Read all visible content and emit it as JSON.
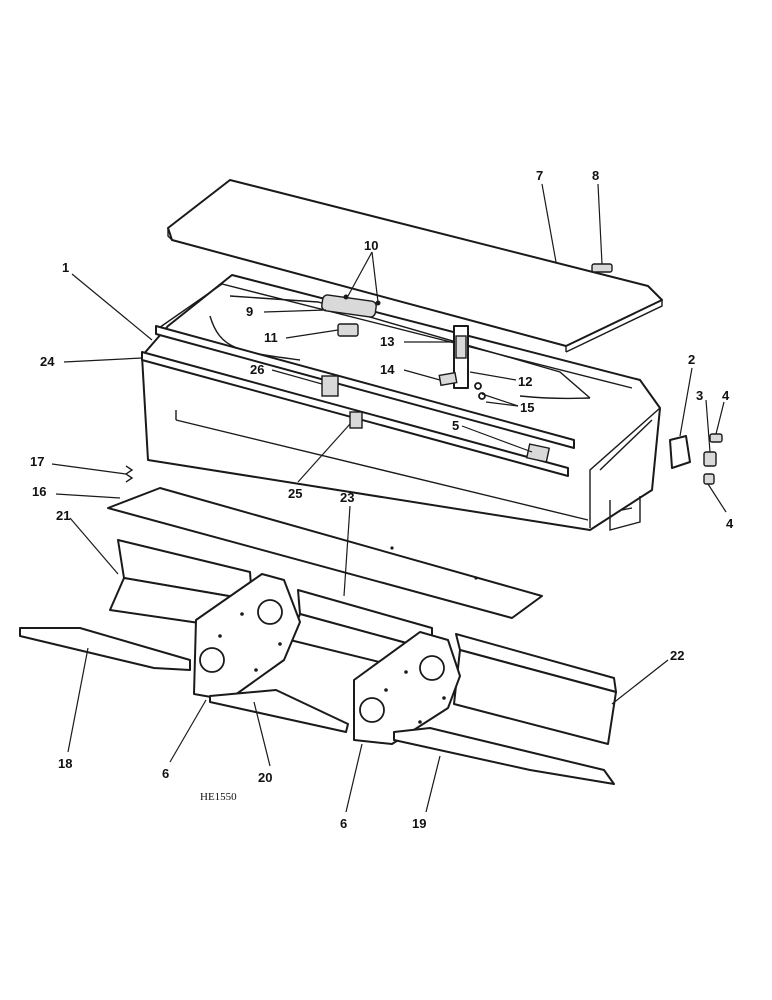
{
  "figure": {
    "code": "HE1550"
  },
  "callouts": {
    "c1": "1",
    "c2": "2",
    "c3": "3",
    "c4a": "4",
    "c4b": "4",
    "c5": "5",
    "c6a": "6",
    "c6b": "6",
    "c7": "7",
    "c8": "8",
    "c9": "9",
    "c10": "10",
    "c11": "11",
    "c12": "12",
    "c13": "13",
    "c14": "14",
    "c15": "15",
    "c16": "16",
    "c17": "17",
    "c18": "18",
    "c19": "19",
    "c20": "20",
    "c21": "21",
    "c22": "22",
    "c23": "23",
    "c24": "24",
    "c25": "25",
    "c26": "26"
  },
  "colors": {
    "ink": "#1a1a1a",
    "paper": "#ffffff"
  }
}
